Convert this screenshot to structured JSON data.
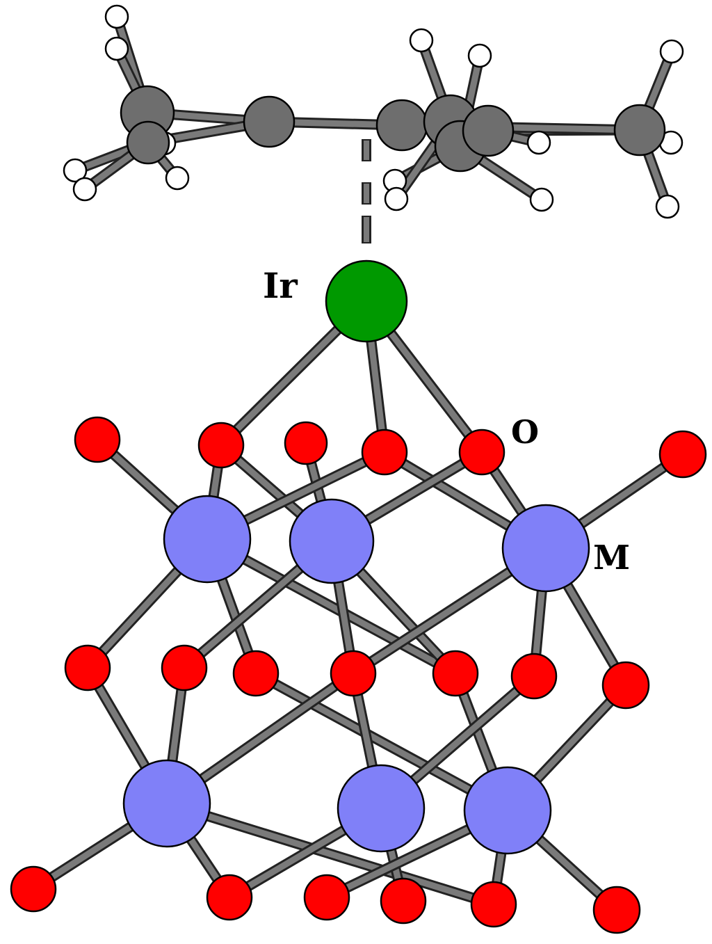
{
  "labels": {
    "iridium": "Ir",
    "oxygen": "O",
    "metal": "M"
  },
  "colors": {
    "iridium": "#009900",
    "oxygen": "#ff0000",
    "metal": "#8080f8",
    "carbon": "#6e6e6e",
    "hydrogen": "#ffffff",
    "bond": "#7a7a7a",
    "outline": "#000000"
  }
}
